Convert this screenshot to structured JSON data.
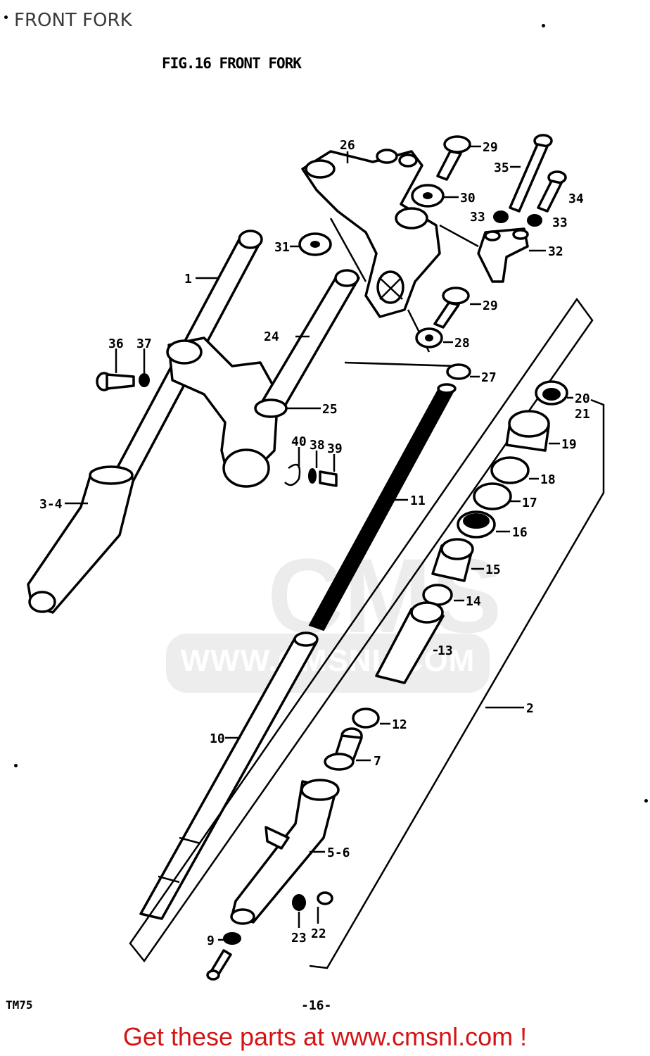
{
  "page": {
    "title": "FRONT FORK",
    "figure_title": "FIG.16  FRONT FORK",
    "footer_code": "TM75",
    "page_number": "-16-",
    "call_to_action": "Get these parts at www.cmsnl.com !"
  },
  "watermark": {
    "big_text": "CMS",
    "url_text": "WWW.CMSNL.COM"
  },
  "colors": {
    "cta_red": "#d41414",
    "ink": "#000000"
  },
  "callouts": {
    "c1": "1",
    "c2": "2",
    "c34": "3-4",
    "c56": "5-6",
    "c7": "7",
    "c9": "9",
    "c10": "10",
    "c11": "11",
    "c12": "12",
    "c13": "13",
    "c14": "14",
    "c15": "15",
    "c16": "16",
    "c17": "17",
    "c18": "18",
    "c19": "19",
    "c20": "20",
    "c21": "21",
    "c22": "22",
    "c23": "23",
    "c24": "24",
    "c25": "25",
    "c26": "26",
    "c27": "27",
    "c28": "28",
    "c29a": "29",
    "c29b": "29",
    "c30": "30",
    "c31": "31",
    "c32": "32",
    "c33a": "33",
    "c33b": "33",
    "c34b": "34",
    "c35": "35",
    "c36": "36",
    "c37": "37",
    "c38": "38",
    "c39": "39",
    "c40": "40"
  }
}
